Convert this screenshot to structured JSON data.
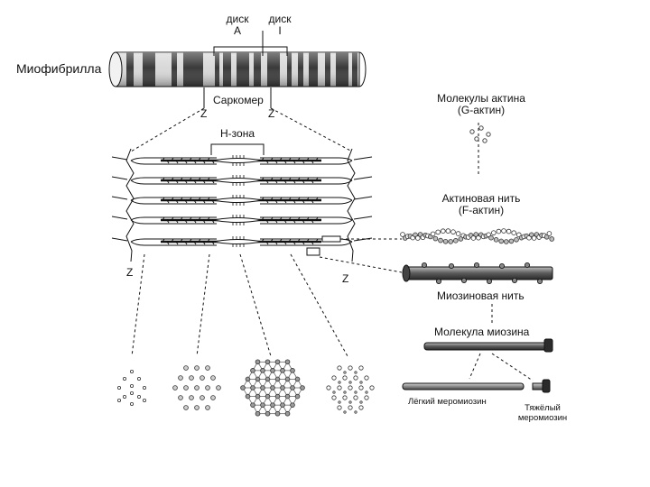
{
  "labels": {
    "disk_a_line1": "диск",
    "disk_a_line2": "A",
    "disk_i_line1": "диск",
    "disk_i_line2": "I",
    "myofibril": "Миофибрилла",
    "sarcomere": "Саркомер",
    "z_left_top": "Z",
    "z_right_top": "Z",
    "h_zone": "H-зона",
    "z_left_bottom": "Z",
    "z_right_bottom": "Z",
    "actin_molecules_line1": "Молекулы актина",
    "actin_molecules_line2": "(G-актин)",
    "actin_filament_line1": "Актиновая нить",
    "actin_filament_line2": "(F-актин)",
    "myosin_filament": "Миозиновая нить",
    "myosin_molecule": "Молекула миозина",
    "light_meromyosin": "Лёгкий меромиозин",
    "heavy_meromyosin_line1": "Тяжёлый",
    "heavy_meromyosin_line2": "меромиозин"
  },
  "colors": {
    "ink": "#111111",
    "band_dark": "#3a3a3a",
    "band_light": "#d8d8d8",
    "filament_gray": "#6e6e6e"
  }
}
